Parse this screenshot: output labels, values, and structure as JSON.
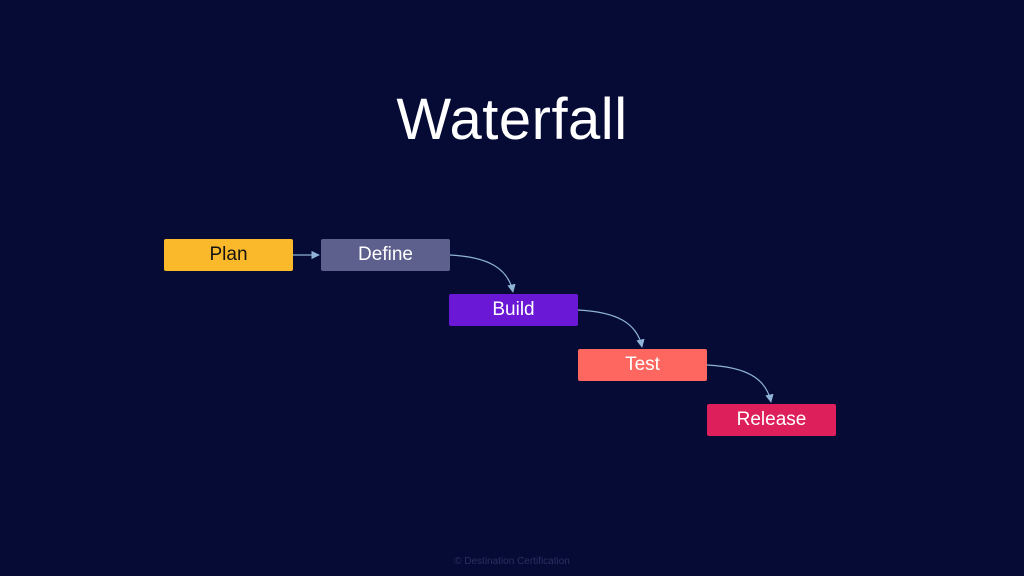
{
  "slide": {
    "title": "Waterfall",
    "footer": "© Destination Certification"
  },
  "stages": [
    {
      "label": "Plan",
      "color": "#f9b92a",
      "text_color": "#141414"
    },
    {
      "label": "Define",
      "color": "#5d5f8c",
      "text_color": "#ffffff"
    },
    {
      "label": "Build",
      "color": "#6a18d6",
      "text_color": "#ffffff"
    },
    {
      "label": "Test",
      "color": "#fe6660",
      "text_color": "#ffffff"
    },
    {
      "label": "Release",
      "color": "#dd1f5c",
      "text_color": "#ffffff"
    }
  ],
  "connector_color": "#8fb3d6",
  "background_color": "#050b35"
}
